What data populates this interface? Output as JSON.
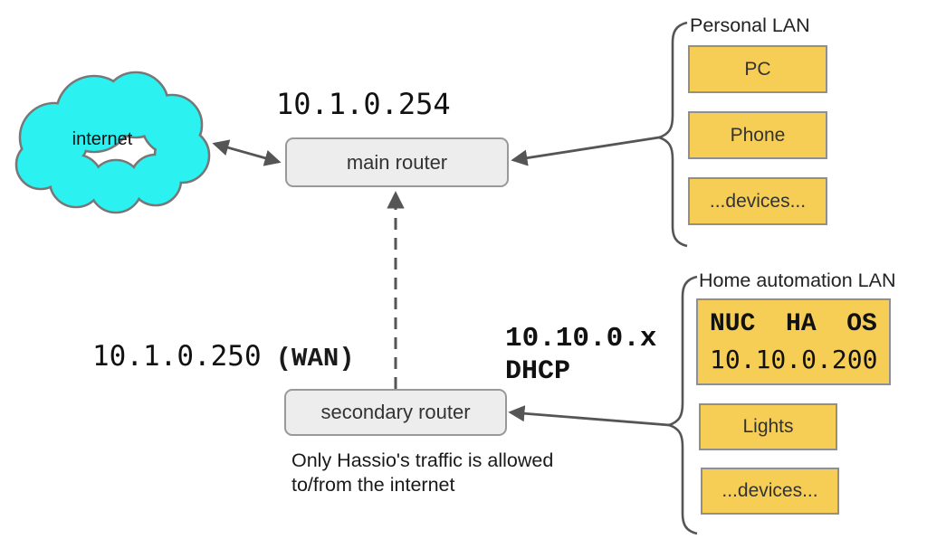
{
  "nodes": {
    "internet": {
      "label": "internet"
    },
    "main_router": {
      "label": "main router",
      "ip": "10.1.0.254"
    },
    "secondary_router": {
      "label": "secondary router",
      "wan_ip": "10.1.0.250",
      "wan_tag": "(WAN)",
      "dhcp_range": "10.10.0.x",
      "dhcp_tag": "DHCP",
      "note_line1": "Only Hassio's traffic is allowed",
      "note_line2": "to/from the internet"
    }
  },
  "groups": {
    "personal_lan": {
      "label": "Personal LAN",
      "devices": [
        "PC",
        "Phone",
        "...devices..."
      ]
    },
    "home_automation_lan": {
      "label": "Home automation LAN",
      "devices": [
        {
          "name": "NUC  HA  OS",
          "ip": "10.10.0.200"
        },
        {
          "name": "Lights"
        },
        {
          "name": "...devices..."
        }
      ]
    }
  },
  "colors": {
    "cloud_fill": "#2bf1f1",
    "device_box_fill": "#f6ce55",
    "router_box_fill": "#ededed",
    "connector": "#555555"
  }
}
